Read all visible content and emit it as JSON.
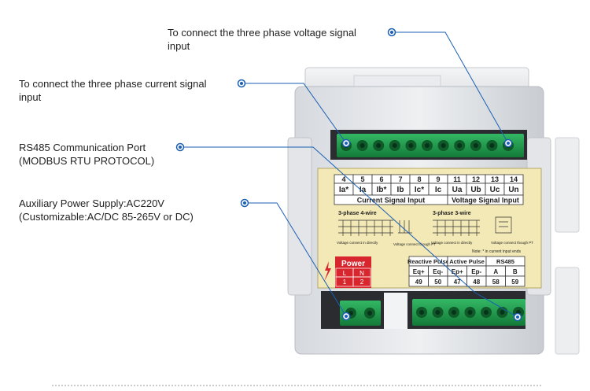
{
  "callouts": {
    "voltage": [
      "To connect the three phase voltage signal",
      "input"
    ],
    "current": [
      "To connect the three phase current signal",
      "input"
    ],
    "rs485": [
      "RS485 Communication Port",
      "(MODBUS RTU PROTOCOL)"
    ],
    "power": [
      "Auxiliary Power Supply:AC220V",
      "(Customizable:AC/DC 85-265V or DC)"
    ]
  },
  "label": {
    "terminal_numbers": [
      "4",
      "5",
      "6",
      "7",
      "8",
      "9",
      "11",
      "12",
      "13",
      "14"
    ],
    "terminal_names": [
      "Ia*",
      "Ia",
      "Ib*",
      "Ib",
      "Ic*",
      "Ic",
      "Ua",
      "Ub",
      "Uc",
      "Un"
    ],
    "current_group": "Current Signal Input",
    "voltage_group": "Voltage Signal Input",
    "wiring_4wire_title": "3-phase 4-wire",
    "wiring_3wire_title": "3-phase 3-wire",
    "wiring_note_1": "Voltage connect in directly",
    "wiring_note_2": "Voltage connect though PT",
    "note": "Note: * in current input ends",
    "pulse_headers": [
      "Reactive Pulse",
      "Active Pulse",
      "RS485"
    ],
    "pulse_names": [
      "Eq+",
      "Eq-",
      "Ep+",
      "Ep-",
      "A",
      "B"
    ],
    "pulse_numbers": [
      "49",
      "50",
      "47",
      "48",
      "58",
      "59"
    ],
    "power_title": "Power",
    "power_names": [
      "L",
      "N"
    ],
    "power_numbers": [
      "1",
      "2"
    ]
  },
  "colors": {
    "callout_line": "#1a5fb4",
    "label_bg": "#f3e9b6",
    "power_red": "#d8262e",
    "terminal_green": "#1f9b4b"
  }
}
